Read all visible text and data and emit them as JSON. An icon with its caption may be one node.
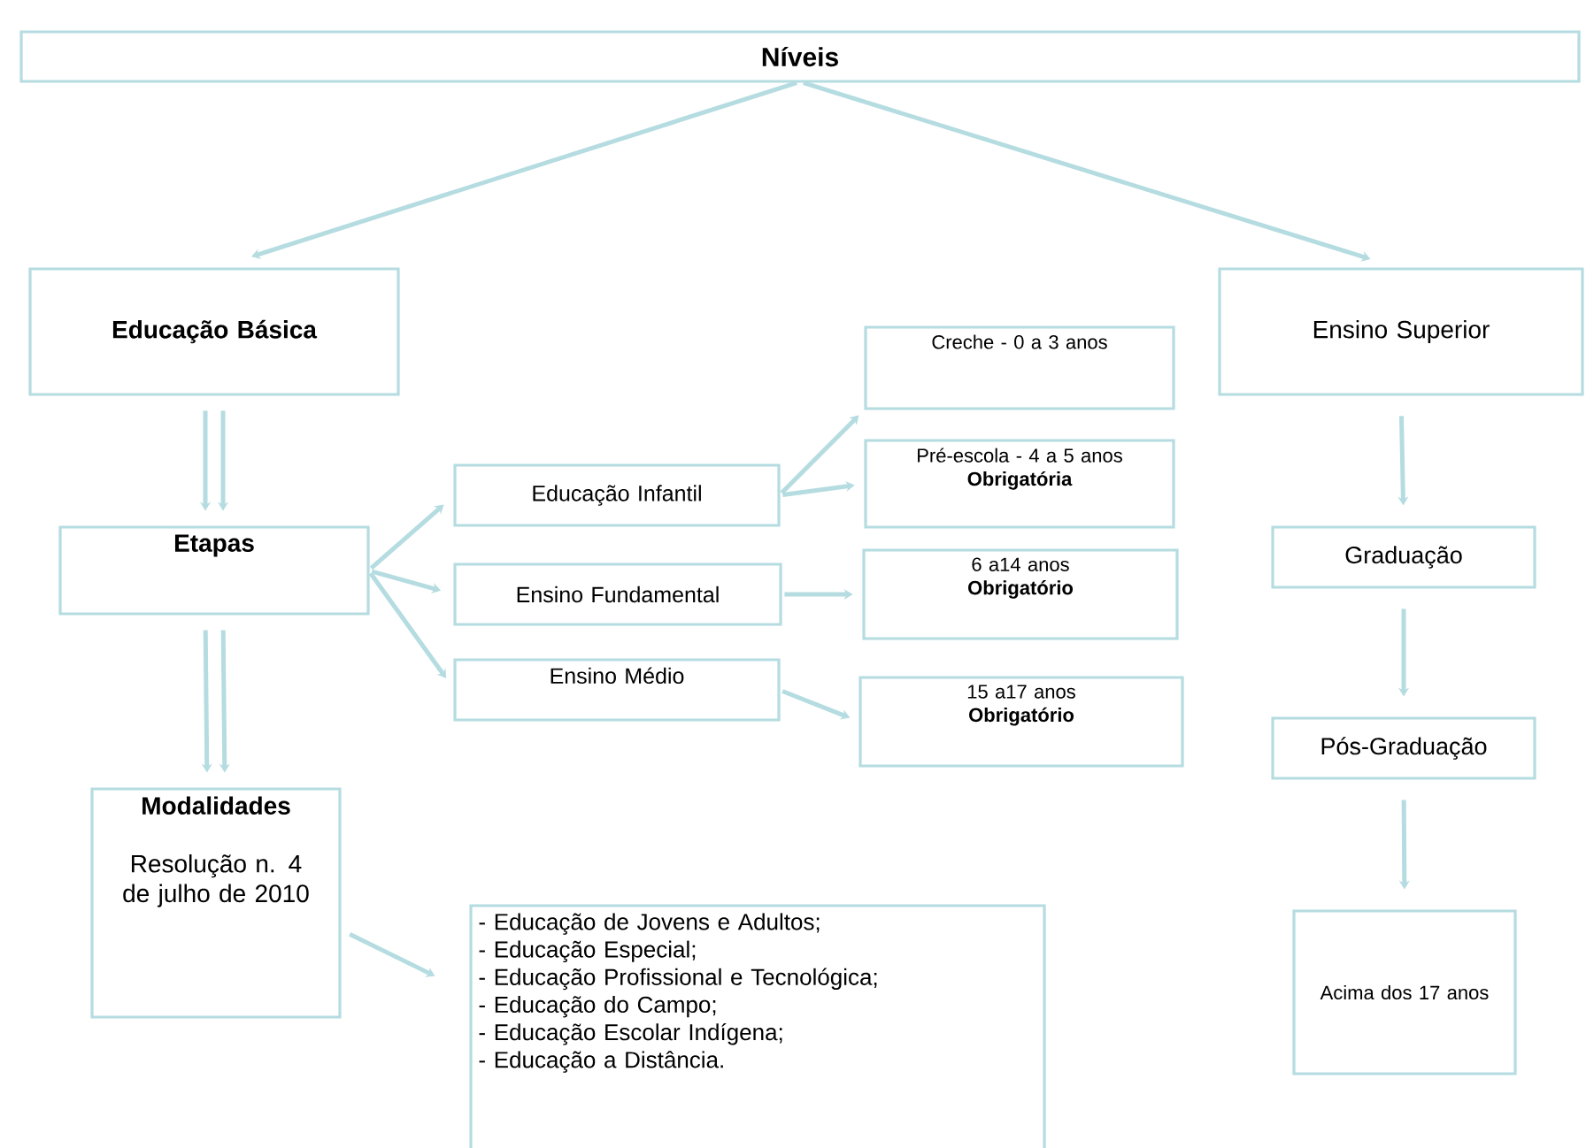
{
  "diagram": {
    "nodes": [
      {
        "text": [
          "Níveis"
        ]
      },
      {
        "text": [
          "Educação Básica"
        ]
      },
      {
        "text": [
          "Ensino Superior"
        ]
      },
      {
        "text": [
          "Etapas"
        ]
      },
      {
        "text": [
          "Educação Infantil"
        ]
      },
      {
        "text": [
          "Ensino Fundamental"
        ]
      },
      {
        "text": [
          "Ensino Médio"
        ]
      },
      {
        "text": [
          "Creche - 0 a 3 anos"
        ]
      },
      {
        "text": [
          "Pré-escola - 4 a 5 anos",
          "Obrigatória"
        ]
      },
      {
        "text": [
          "6 a14 anos",
          "Obrigatório"
        ]
      },
      {
        "text": [
          "15 a17 anos",
          "Obrigatório"
        ]
      },
      {
        "text": [
          "Modalidades",
          "Resolução n. 4 de julho de 2010"
        ]
      },
      {
        "text": [
          "- Educação de Jovens e Adultos;",
          "- Educação Especial;",
          "- Educação Profissional e Tecnológica;",
          "- Educação do Campo;",
          "- Educação Escolar Indígena;",
          "- Educação a Distância."
        ]
      },
      {
        "text": [
          "Graduação"
        ]
      },
      {
        "text": [
          "Pós-Graduação"
        ]
      },
      {
        "text": [
          "Acima dos 17 anos"
        ]
      }
    ],
    "edges": [
      {
        "from": 0,
        "to": 1,
        "arrow": "to"
      },
      {
        "from": 0,
        "to": 2,
        "arrow": "to"
      },
      {
        "from": 1,
        "to": 3,
        "arrow": "to"
      },
      {
        "from": 1,
        "to": 3,
        "arrow": "to"
      },
      {
        "from": 3,
        "to": 4,
        "arrow": "to"
      },
      {
        "from": 3,
        "to": 5,
        "arrow": "to"
      },
      {
        "from": 3,
        "to": 6,
        "arrow": "to"
      },
      {
        "from": 4,
        "to": 7,
        "arrow": "to"
      },
      {
        "from": 4,
        "to": 8,
        "arrow": "to"
      },
      {
        "from": 5,
        "to": 9,
        "arrow": "to"
      },
      {
        "from": 6,
        "to": 10,
        "arrow": "to"
      },
      {
        "from": 3,
        "to": 11,
        "arrow": "to"
      },
      {
        "from": 3,
        "to": 11,
        "arrow": "to"
      },
      {
        "from": 11,
        "to": 12,
        "arrow": "to"
      },
      {
        "from": 2,
        "to": 13,
        "arrow": "to"
      },
      {
        "from": 13,
        "to": 14,
        "arrow": "to"
      },
      {
        "from": 14,
        "to": 15,
        "arrow": "to"
      }
    ]
  }
}
